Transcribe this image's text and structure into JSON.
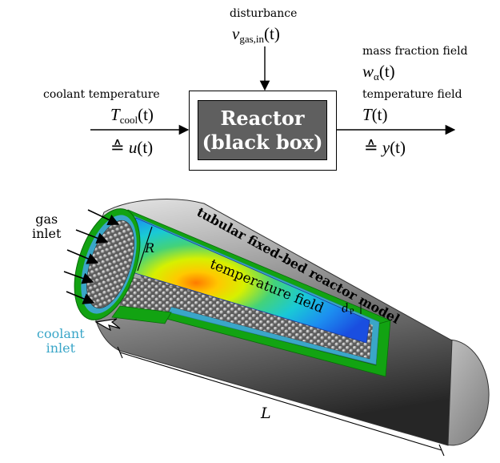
{
  "block": {
    "disturbance_label": "disturbance",
    "disturbance_symbol": "v",
    "disturbance_sub": "gas,in",
    "disturbance_arg": "(t)",
    "mass_fraction_label": "mass fraction field",
    "mass_fraction_symbol": "w",
    "mass_fraction_sub": "α",
    "mass_fraction_arg": "(t)",
    "temperature_field_label": "temperature field",
    "temperature_field_symbol": "T",
    "temperature_field_arg": "(t)",
    "output_eq": "≙",
    "output_symbol": "y",
    "output_arg": "(t)",
    "coolant_label": "coolant temperature",
    "coolant_symbol": "T",
    "coolant_sub": "cool",
    "coolant_arg": "(t)",
    "input_eq": "≙",
    "input_symbol": "u",
    "input_arg": "(t)",
    "reactor_line1": "Reactor",
    "reactor_line2": "(black box)",
    "reactor_fill": "#5f5f5f"
  },
  "model": {
    "title": "tubular fixed-bed reactor model",
    "field_label": "temperature field",
    "radius_symbol": "R",
    "particle_symbol": "d",
    "particle_sub": "P",
    "length_symbol": "L",
    "gas_line1": "gas",
    "gas_line2": "inlet",
    "coolant_line1": "coolant",
    "coolant_line2": "inlet",
    "colors": {
      "jacket_green": "#12a312",
      "coolant_blue": "#3aa6c8",
      "hot_core": "#ff8a00",
      "cold_wall": "#1a4ee0"
    }
  }
}
